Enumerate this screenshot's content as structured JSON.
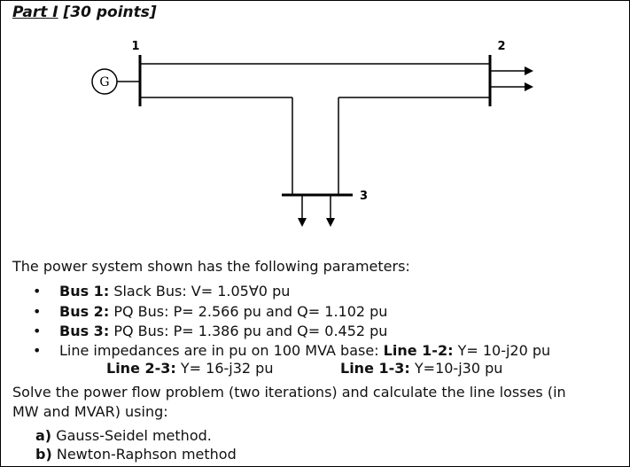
{
  "heading": {
    "part": "Part I",
    "points": "[30 points]"
  },
  "diagram": {
    "generator_label": "G",
    "bus1_label": "1",
    "bus2_label": "2",
    "bus3_label": "3"
  },
  "intro": "The power system shown has the following parameters:",
  "bullets": [
    {
      "label": "Bus 1:",
      "text": "Slack Bus: V= 1.05∀0 pu"
    },
    {
      "label": "Bus 2:",
      "text": "PQ Bus: P= 2.566 pu and Q= 1.102 pu"
    },
    {
      "label": "Bus 3:",
      "text": "PQ Bus: P= 1.386 pu and Q= 0.452 pu"
    },
    {
      "label": "",
      "text": "Line impedances are in pu on 100 MVA base:",
      "line12_label": "Line 1-2:",
      "line12_value": "Y= 10-j20 pu"
    }
  ],
  "line23": {
    "label": "Line 2-3:",
    "value": "Y= 16-j32 pu"
  },
  "line13": {
    "label": "Line 1-3:",
    "value": "Y=10-j30 pu"
  },
  "task_line1": "Solve the power flow problem (two iterations) and calculate the line losses (in",
  "task_line2": "MW and MVAR) using:",
  "parts": [
    {
      "label": "a)",
      "text": "Gauss-Seidel method."
    },
    {
      "label": "b)",
      "text": "Newton-Raphson method"
    }
  ]
}
